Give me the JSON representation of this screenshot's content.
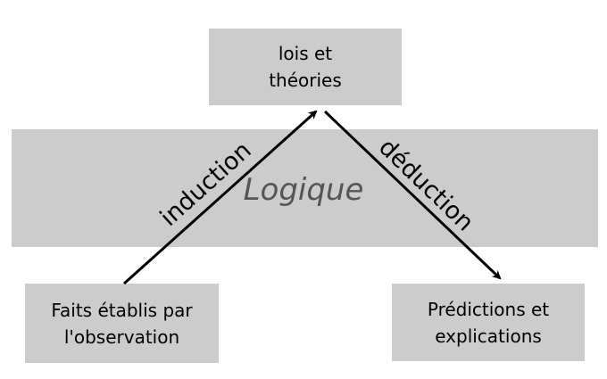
{
  "band": {
    "label": "Logique"
  },
  "top_box": {
    "line1": "lois et",
    "line2": "théories"
  },
  "left_box": {
    "line1": "Faits établis par",
    "line2": "l'observation"
  },
  "right_box": {
    "line1": "Prédictions et",
    "line2": "explications"
  },
  "arrows": {
    "induction_label": "induction",
    "deduction_label": "déduction"
  },
  "colors": {
    "box_fill": "#cccccc",
    "band_text": "#555555",
    "arrow": "#000000"
  }
}
